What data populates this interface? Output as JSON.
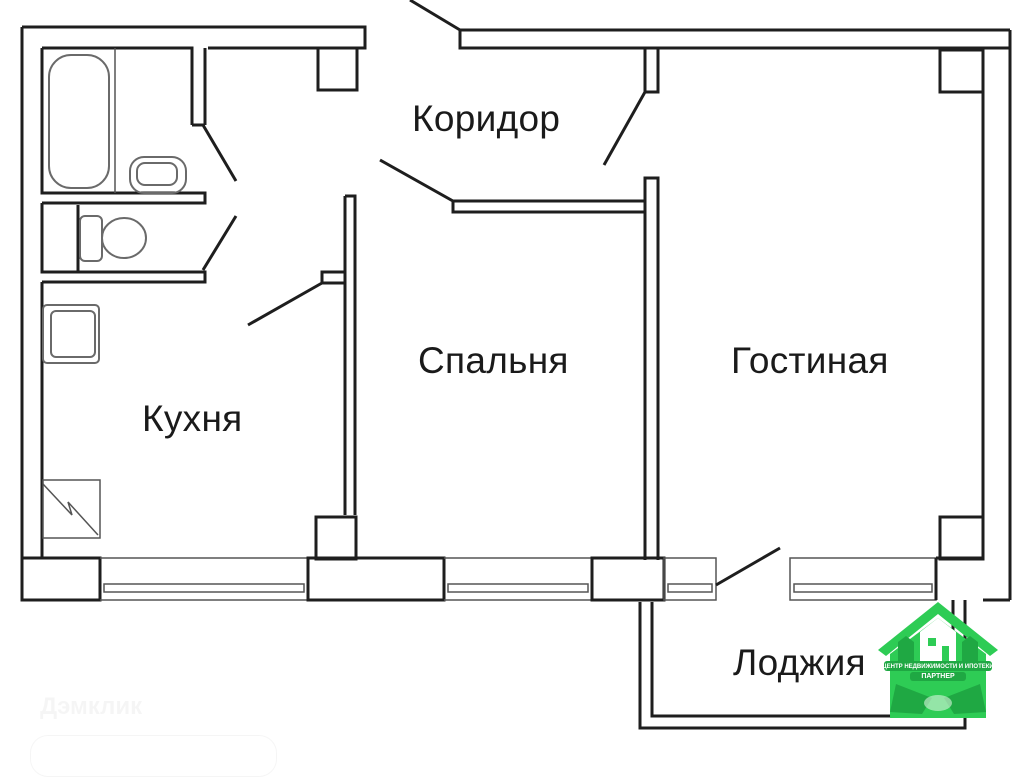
{
  "floor_plan": {
    "rooms": [
      {
        "id": "corridor",
        "label": "Коридор"
      },
      {
        "id": "bedroom",
        "label": "Спальня"
      },
      {
        "id": "living",
        "label": "Гостиная"
      },
      {
        "id": "kitchen",
        "label": "Кухня"
      },
      {
        "id": "loggia",
        "label": "Лоджия"
      },
      {
        "id": "bathroom",
        "label": ""
      },
      {
        "id": "toilet",
        "label": ""
      }
    ],
    "fixtures": [
      "bathtub",
      "washbasin",
      "toilet",
      "kitchen-sink",
      "gas-stove"
    ]
  },
  "watermark": {
    "text": "Дэмклик"
  },
  "badge": {
    "line1": "ЦЕНТР НЕДВИЖИМОСТИ И ИПОТЕКИ",
    "line2": "ПАРТНЕР",
    "colors": {
      "primary": "#2ecc55",
      "dark": "#1fa843",
      "light": "#d8f5de"
    }
  }
}
